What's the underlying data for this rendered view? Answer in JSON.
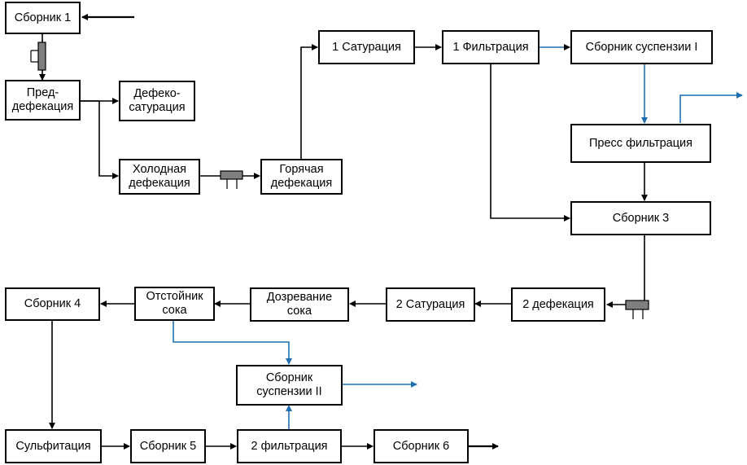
{
  "colors": {
    "stroke": "#000000",
    "flow_accent": "#1f6fb2",
    "valve_fill": "#7f7f7f"
  },
  "nodes": {
    "sbornik1": "Сборник 1",
    "predefekacia": "Пред-\nдефекация",
    "defekosaturacia": "Дефеко-\nсатурация",
    "holodnaya_defekacia": "Холодная\nдефекация",
    "goryachaya_defekacia": "Горячая\nдефекация",
    "saturacia1": "1  Сатурация",
    "filtracia1": "1 Фильтрация",
    "sbornik_suspenzii_1": "Сборник суспензии I",
    "press_filtracia": "Пресс фильтрация",
    "sbornik3": "Сборник 3",
    "defekacia2": "2 дефекация",
    "saturacia2": "2 Сатурация",
    "dozrevanie_soka": "Дозревание\nсока",
    "otstoinik_soka": "Отстойник\nсока",
    "sbornik4": "Сборник 4",
    "sbornik_suspenzii_2": "Сборник\nсуспензии II",
    "sulfitacia": "Сульфитация",
    "sbornik5": "Сборник 5",
    "filtracia2": "2 фильтрация",
    "sbornik6": "Сборник 6"
  },
  "valves": [
    "valve-vertical",
    "valve-horizontal",
    "valve-horizontal"
  ]
}
